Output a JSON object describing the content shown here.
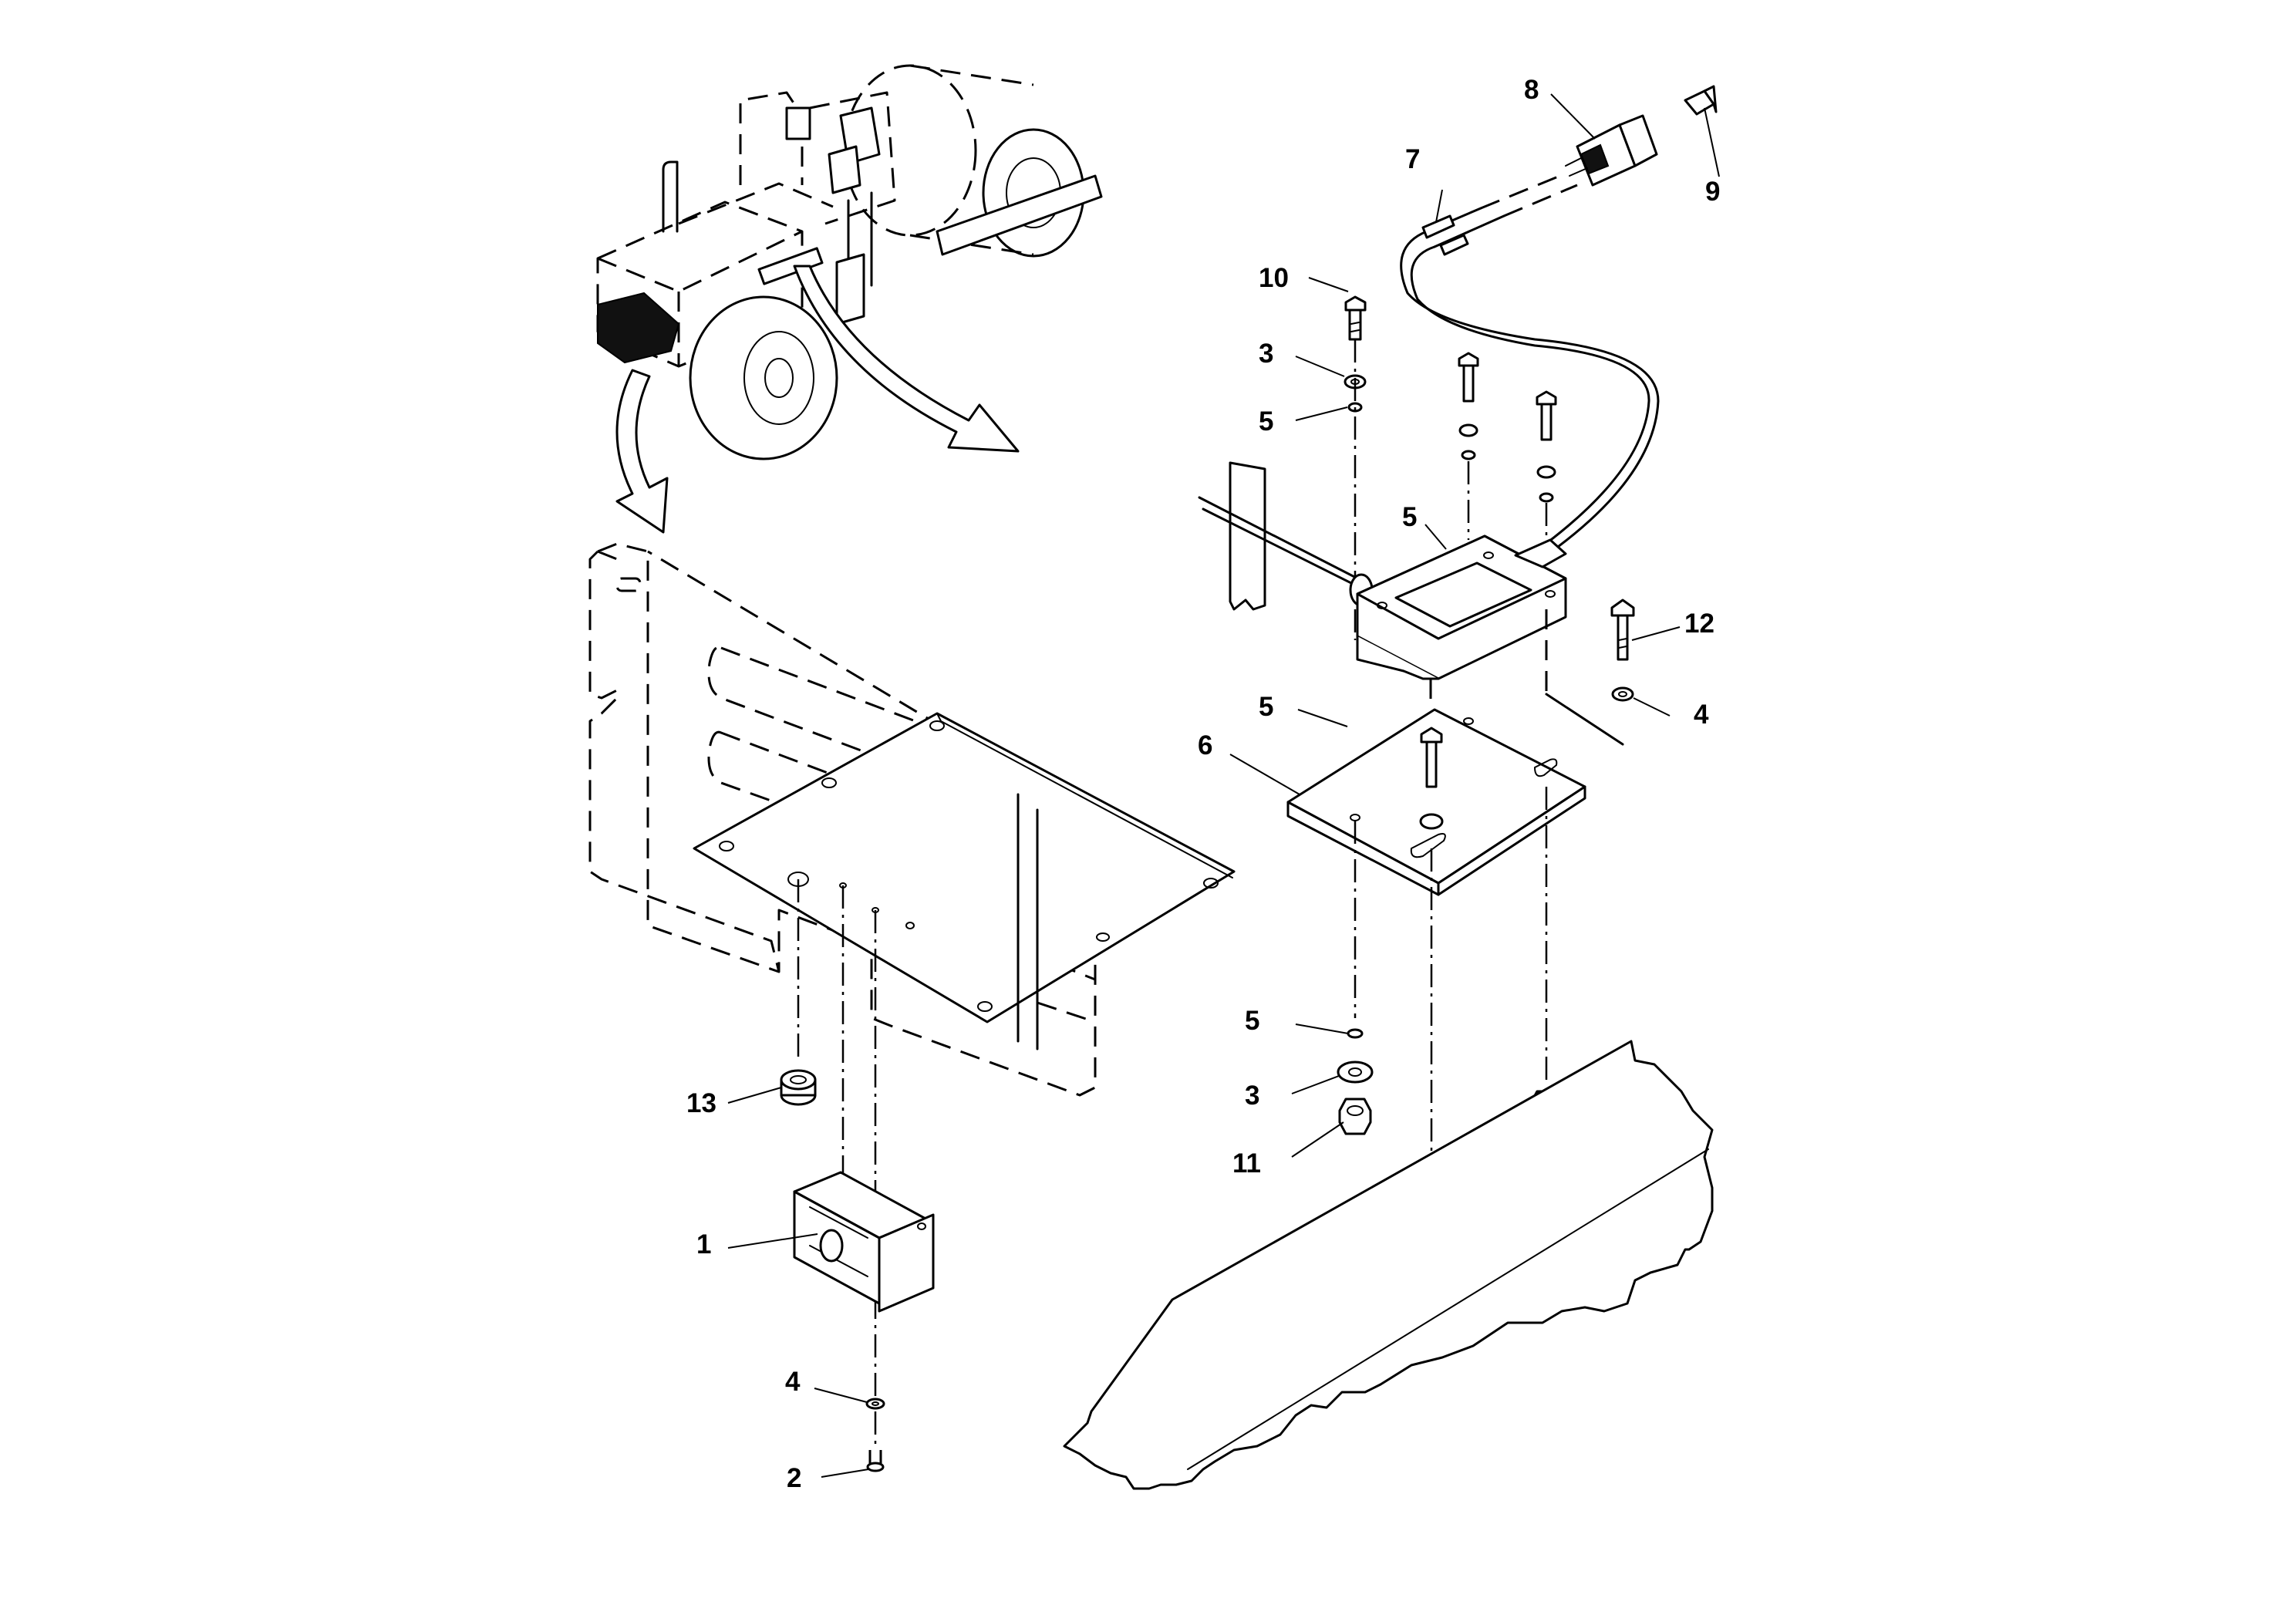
{
  "diagram": {
    "callouts": [
      {
        "id": "c10",
        "label": "10"
      },
      {
        "id": "c3a",
        "label": "3"
      },
      {
        "id": "c5a",
        "label": "5"
      },
      {
        "id": "c5b",
        "label": "5"
      },
      {
        "id": "c7",
        "label": "7"
      },
      {
        "id": "c8",
        "label": "8"
      },
      {
        "id": "c9",
        "label": "9"
      },
      {
        "id": "c12",
        "label": "12"
      },
      {
        "id": "c4a",
        "label": "4"
      },
      {
        "id": "c5c",
        "label": "5"
      },
      {
        "id": "c6",
        "label": "6"
      },
      {
        "id": "c5d",
        "label": "5"
      },
      {
        "id": "c3b",
        "label": "3"
      },
      {
        "id": "c11",
        "label": "11"
      },
      {
        "id": "c13",
        "label": "13"
      },
      {
        "id": "c1",
        "label": "1"
      },
      {
        "id": "c4b",
        "label": "4"
      },
      {
        "id": "c2",
        "label": "2"
      }
    ]
  }
}
